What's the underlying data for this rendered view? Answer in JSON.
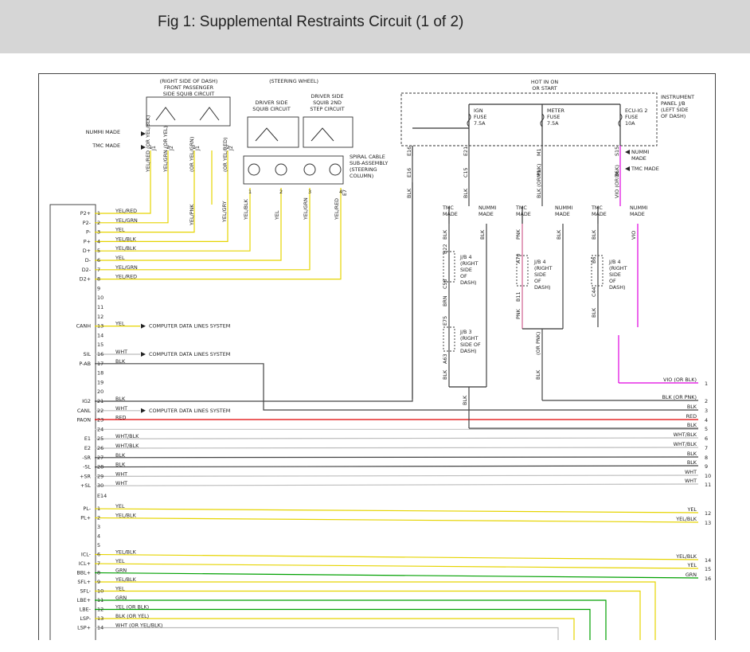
{
  "header": {
    "title": "Fig 1: Supplemental Restraints Circuit (1 of 2)"
  },
  "blocks": {
    "front_pass": [
      "(RIGHT SIDE OF DASH)",
      "FRONT PASSENGER",
      "SIDE SQUIB CIRCUIT"
    ],
    "steering": "(STEERING WHEEL)",
    "driver_squib": [
      "DRIVER SIDE",
      "SQUIB CIRCUIT"
    ],
    "driver_squib2": [
      "DRIVER SIDE",
      "SQUIB 2ND",
      "STEP CIRCUIT"
    ],
    "spiral": [
      "SPIRAL CABLE",
      "SUB-ASSEMBLY",
      "(STEERING",
      "COLUMN)"
    ],
    "hot_in": [
      "HOT IN ON",
      "OR START"
    ],
    "ipj": [
      "INSTRUMENT",
      "PANEL J/B",
      "(LEFT SIDE",
      "OF DASH)"
    ],
    "fuses": [
      {
        "name": "IGN",
        "label": "FUSE",
        "amps": "7.5A"
      },
      {
        "name": "METER",
        "label": "FUSE",
        "amps": "7.5A"
      },
      {
        "name": "ECU-IG 2",
        "label": "FUSE",
        "amps": "10A"
      }
    ],
    "nummi_made": "NUMMI MADE",
    "tmc_made": "TMC MADE",
    "nummi_made2": [
      "NUMMI",
      "MADE"
    ],
    "tmc_made2": [
      "TMC",
      "MADE"
    ],
    "jb4": [
      "J/B 4",
      "(RIGHT",
      "SIDE",
      "OF",
      "DASH)"
    ],
    "jb3": [
      "J/B 3",
      "(RIGHT",
      "SIDE OF",
      "DASH)"
    ],
    "computer": "COMPUTER DATA LINES SYSTEM",
    "connector": "E14"
  },
  "ecu_pins": [
    {
      "n": "1",
      "label": "P2+",
      "wire": "YEL/RED"
    },
    {
      "n": "2",
      "label": "P2-",
      "wire": "YEL/GRN"
    },
    {
      "n": "3",
      "label": "P-",
      "wire": "YEL"
    },
    {
      "n": "4",
      "label": "P+",
      "wire": "YEL/BLK"
    },
    {
      "n": "5",
      "label": "D+",
      "wire": "YEL/BLK"
    },
    {
      "n": "6",
      "label": "D-",
      "wire": "YEL"
    },
    {
      "n": "7",
      "label": "D2-",
      "wire": "YEL/GRN"
    },
    {
      "n": "8",
      "label": "D2+",
      "wire": "YEL/RED"
    },
    {
      "n": "9",
      "label": "",
      "wire": ""
    },
    {
      "n": "10",
      "label": "",
      "wire": ""
    },
    {
      "n": "11",
      "label": "",
      "wire": ""
    },
    {
      "n": "12",
      "label": "",
      "wire": ""
    },
    {
      "n": "13",
      "label": "CANH",
      "wire": "YEL"
    },
    {
      "n": "14",
      "label": "",
      "wire": ""
    },
    {
      "n": "15",
      "label": "",
      "wire": ""
    },
    {
      "n": "16",
      "label": "SIL",
      "wire": "WHT"
    },
    {
      "n": "17",
      "label": "P-AB",
      "wire": "BLK"
    },
    {
      "n": "18",
      "label": "",
      "wire": ""
    },
    {
      "n": "19",
      "label": "",
      "wire": ""
    },
    {
      "n": "20",
      "label": "",
      "wire": ""
    },
    {
      "n": "21",
      "label": "IG2",
      "wire": "BLK"
    },
    {
      "n": "22",
      "label": "CANL",
      "wire": "WHT"
    },
    {
      "n": "23",
      "label": "PAON",
      "wire": "RED"
    },
    {
      "n": "24",
      "label": "",
      "wire": ""
    },
    {
      "n": "25",
      "label": "E1",
      "wire": "WHT/BLK"
    },
    {
      "n": "26",
      "label": "E2",
      "wire": "WHT/BLK"
    },
    {
      "n": "27",
      "label": "-SR",
      "wire": "BLK"
    },
    {
      "n": "28",
      "label": "-SL",
      "wire": "BLK"
    },
    {
      "n": "29",
      "label": "+SR",
      "wire": "WHT"
    },
    {
      "n": "30",
      "label": "+SL",
      "wire": "WHT"
    }
  ],
  "lower_pins": [
    {
      "n": "1",
      "label": "PL-",
      "wire": "YEL"
    },
    {
      "n": "2",
      "label": "PL+",
      "wire": "YEL/BLK"
    },
    {
      "n": "3",
      "label": "",
      "wire": ""
    },
    {
      "n": "4",
      "label": "",
      "wire": ""
    },
    {
      "n": "5",
      "label": "",
      "wire": ""
    },
    {
      "n": "6",
      "label": "ICL-",
      "wire": "YEL/BLK"
    },
    {
      "n": "7",
      "label": "ICL+",
      "wire": "YEL"
    },
    {
      "n": "8",
      "label": "BBL+",
      "wire": "GRN"
    },
    {
      "n": "9",
      "label": "SFL+",
      "wire": "YEL/BLK"
    },
    {
      "n": "10",
      "label": "SFL-",
      "wire": "YEL"
    },
    {
      "n": "11",
      "label": "LBE+",
      "wire": "GRN"
    },
    {
      "n": "12",
      "label": "LBE-",
      "wire": "YEL   (OR BLK)"
    },
    {
      "n": "13",
      "label": "LSP-",
      "wire": "BLK   (OR YEL)"
    },
    {
      "n": "14",
      "label": "LSP+",
      "wire": "WHT   (OR YEL/BLK)"
    }
  ],
  "right_outputs": [
    {
      "n": "1",
      "wire": "VIO   (OR BLK)"
    },
    {
      "n": "2",
      "wire": "BLK   (OR PNK)"
    },
    {
      "n": "3",
      "wire": "BLK"
    },
    {
      "n": "4",
      "wire": "RED"
    },
    {
      "n": "5",
      "wire": "BLK"
    },
    {
      "n": "6",
      "wire": "WHT/BLK"
    },
    {
      "n": "7",
      "wire": "WHT/BLK"
    },
    {
      "n": "8",
      "wire": "BLK"
    },
    {
      "n": "9",
      "wire": "BLK"
    },
    {
      "n": "10",
      "wire": "WHT"
    },
    {
      "n": "11",
      "wire": "WHT"
    },
    {
      "n": "12",
      "wire": "YEL"
    },
    {
      "n": "13",
      "wire": "YEL/BLK"
    },
    {
      "n": "14",
      "wire": "YEL/BLK"
    },
    {
      "n": "15",
      "wire": "YEL"
    },
    {
      "n": "16",
      "wire": "GRN"
    }
  ],
  "vertical_labels": {
    "front_pass_wires": [
      "YEL/RED (OR YEL/BLK)",
      "YEL/GRN (OR YEL)",
      "(OR YEL/GRN)",
      "(OR YEL/RED)"
    ],
    "front_pass_pins": [
      "1",
      "2",
      "1",
      "2"
    ],
    "front_pass_conns": [
      "J1",
      "J2",
      "J1",
      "J2"
    ],
    "driver_pins": [
      "1",
      "2",
      "3",
      "4"
    ],
    "driver_wires": [
      "YEL/BLK",
      "YEL",
      "YEL/GRN",
      "YEL/RED"
    ],
    "driver_conn": "E7",
    "side_colors": [
      "YEL/PNK",
      "YEL/GRY"
    ],
    "fuse_pins": [
      "E16",
      "E21",
      "M1",
      "S15"
    ],
    "fuse_wires_top": [
      "E16",
      "C15",
      "M1",
      "D6"
    ],
    "fuse_wires": [
      "BLK",
      "BLK",
      "BLK (OR PNK)",
      "VIO (OR BLK)"
    ],
    "col1": [
      "BLK",
      "B22",
      "C58",
      "BRN",
      "E75",
      "A63",
      "BLK"
    ],
    "col2": [
      "PNK",
      "A70",
      "B11",
      "PNK"
    ],
    "col3": [
      "BLK",
      "B6",
      "C44",
      "BLK"
    ],
    "col_right": [
      "BLK",
      "BLK",
      "VIO"
    ],
    "or_pnk": "(OR PNK)"
  }
}
